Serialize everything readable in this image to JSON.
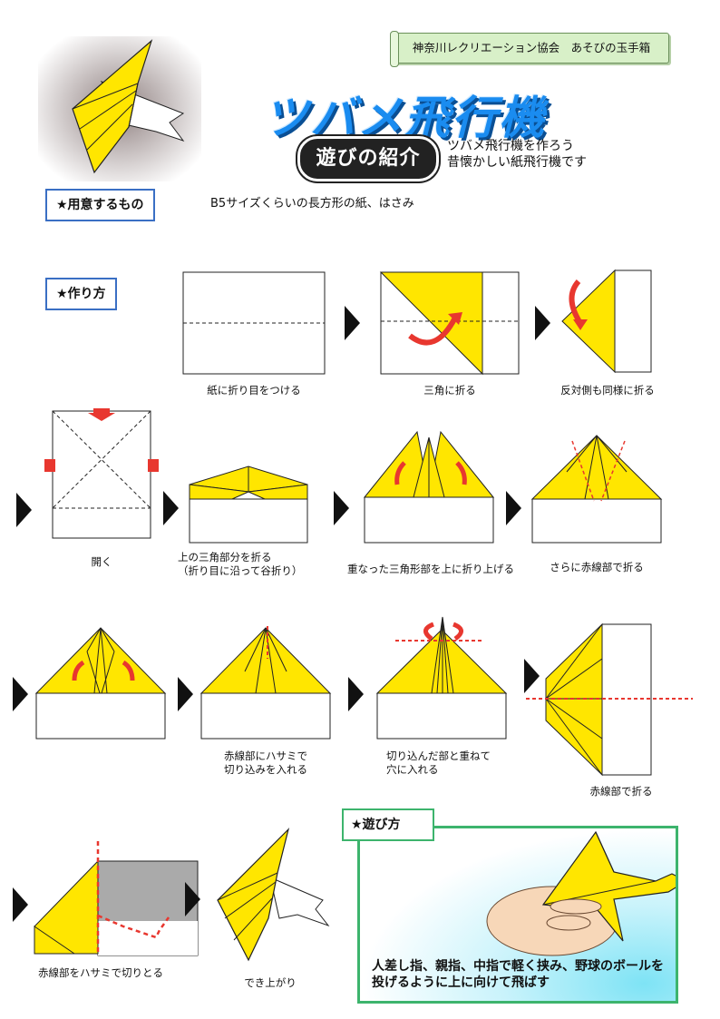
{
  "header": {
    "org_tag": "神奈川レクリエーション協会　あそびの玉手箱",
    "title": "ツバメ飛行機",
    "intro_badge": "遊びの紹介",
    "intro_line1": "ツバメ飛行機を作ろう",
    "intro_line2": "昔懐かしい紙飛行機です"
  },
  "materials": {
    "heading": "★用意するもの",
    "text": "B5サイズくらいの長方形の紙、はさみ"
  },
  "howto_make": {
    "heading": "★作り方",
    "steps": [
      {
        "caption": "紙に折り目をつける"
      },
      {
        "caption": "三角に折る"
      },
      {
        "caption": "反対側も同様に折る"
      },
      {
        "caption": "開く"
      },
      {
        "caption": "上の三角部分を折る",
        "caption2": "（折り目に沿って谷折り）"
      },
      {
        "caption": "重なった三角形部を上に折り上げる"
      },
      {
        "caption": "さらに赤線部で折る"
      },
      {
        "caption": ""
      },
      {
        "caption": "赤線部にハサミで",
        "caption2": "切り込みを入れる"
      },
      {
        "caption": "切り込んだ部と重ねて",
        "caption2": "穴に入れる"
      },
      {
        "caption": "赤線部で折る"
      },
      {
        "caption": "赤線部をハサミで切りとる"
      },
      {
        "caption": "でき上がり"
      }
    ]
  },
  "howto_play": {
    "heading": "★遊び方",
    "line1": "人差し指、親指、中指で軽く挟み、野球のボールを",
    "line2": "投げるように上に向けて飛ばす"
  },
  "colors": {
    "paper_yellow": "#ffe600",
    "fold_red": "#e8372f",
    "box_blue": "#3a6fc4",
    "box_green": "#3db46d",
    "title_blue": "#1a8cf0"
  }
}
